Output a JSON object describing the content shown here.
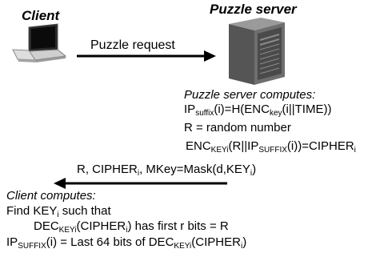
{
  "client_label": "Client",
  "server_label": "Puzzle server",
  "request_label": "Puzzle request",
  "server_computes": {
    "heading": "Puzzle server computes:",
    "line1": {
      "a": "IP",
      "a_sub": "suffix",
      "b": "(i)=H(ENC",
      "b_sub": "key",
      "c": "(i||TIME))"
    },
    "line2": "R = random number",
    "line3": {
      "a": "ENC",
      "a_sub": "KEYi",
      "b": "(R||IP",
      "b_sub": "SUFFIX",
      "c": "(i))=CIPHER",
      "c_sub": "i"
    }
  },
  "reply_label": {
    "a": "R, CIPHER",
    "a_sub": "i",
    "b": ", MKey=Mask(d,KEY",
    "b_sub": "i",
    "c": ")"
  },
  "client_computes": {
    "heading": "Client computes:",
    "line1": {
      "a": "Find KEY",
      "a_sub": "i",
      "b": " such that"
    },
    "line2": {
      "a": "DEC",
      "a_sub": "KEYi",
      "b": "(CIPHER",
      "b_sub": "i",
      "c": ") has first r bits = R"
    },
    "line3": {
      "a": "IP",
      "a_sub": "SUFFIX",
      "b": "(i) = Last 64 bits of DEC",
      "b_sub": "KEYi",
      "c": "(CIPHER",
      "c_sub": "i",
      "d": ")"
    }
  }
}
